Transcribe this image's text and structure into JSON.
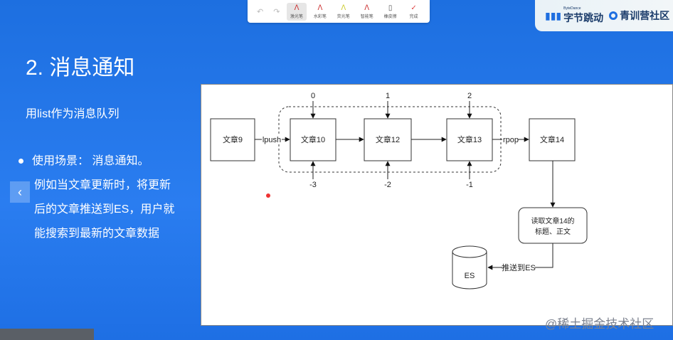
{
  "toolbar": {
    "tools": [
      "激光笔",
      "水彩笔",
      "荧光笔",
      "智能笔",
      "橡皮擦",
      "完成"
    ]
  },
  "brand": {
    "bytedance_small": "ByteDance",
    "bytedance": "字节跳动",
    "camp": "青训营社区"
  },
  "slide": {
    "title": "2. 消息通知",
    "subtitle": "用list作为消息队列",
    "bullet_head": "使用场景： 消息通知。",
    "bullet_lines": [
      "例如当文章更新时，将更新",
      "后的文章推送到ES，用户就",
      "能搜索到最新的文章数据"
    ]
  },
  "diagram": {
    "nodes": [
      "文章9",
      "文章10",
      "文章12",
      "文章13",
      "文章14"
    ],
    "lpush": "lpush",
    "rpop": "rpop",
    "top_idx": [
      "0",
      "1",
      "2"
    ],
    "bottom_idx": [
      "-3",
      "-2",
      "-1"
    ],
    "read_box": [
      "读取文章14的",
      "标题、正文"
    ],
    "push_label": "推送到ES",
    "db": "ES"
  },
  "watermark": "@稀土掘金技术社区"
}
